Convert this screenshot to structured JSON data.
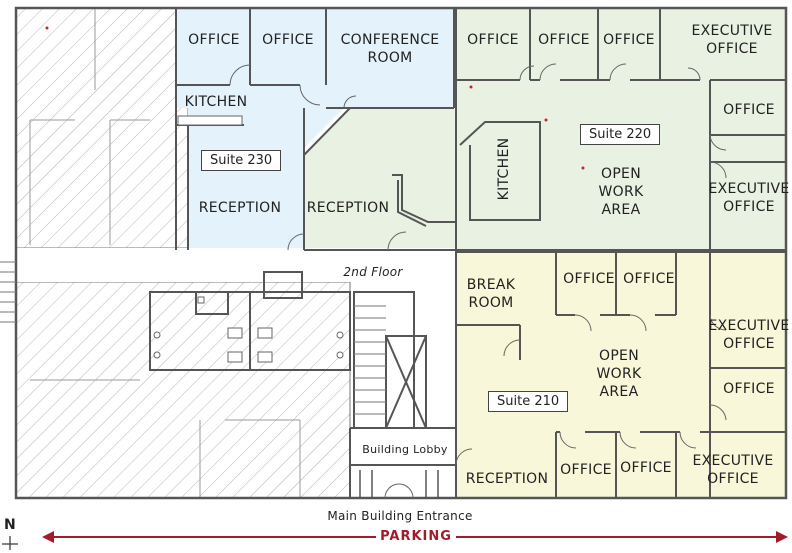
{
  "compass": "N",
  "floor_label": "2nd Floor",
  "suites": {
    "s230": "Suite 230",
    "s220": "Suite 220",
    "s210": "Suite 210"
  },
  "rooms": {
    "s230_office_1": "OFFICE",
    "s230_office_2": "OFFICE",
    "s230_conference": "CONFERENCE\nROOM",
    "s230_kitchen": "KITCHEN",
    "s230_reception": "RECEPTION",
    "s220_office_1": "OFFICE",
    "s220_office_2": "OFFICE",
    "s220_office_3": "OFFICE",
    "s220_exec_1": "EXECUTIVE\nOFFICE",
    "s220_office_4": "OFFICE",
    "s220_exec_2": "EXECUTIVE\nOFFICE",
    "s220_open": "OPEN\nWORK\nAREA",
    "s220_kitchen": "KITCHEN",
    "s220_reception": "RECEPTION",
    "s210_break": "BREAK\nROOM",
    "s210_office_1": "OFFICE",
    "s210_office_2": "OFFICE",
    "s210_exec_1": "EXECUTIVE\nOFFICE",
    "s210_office_3": "OFFICE",
    "s210_open": "OPEN\nWORK\nAREA",
    "s210_reception": "RECEPTION",
    "s210_office_4": "OFFICE",
    "s210_office_5": "OFFICE",
    "s210_exec_2": "EXECUTIVE\nOFFICE"
  },
  "building_lobby": "Building Lobby",
  "main_entrance": "Main Building Entrance",
  "parking": "PARKING",
  "colors": {
    "suite_230": "#e3f2fb",
    "suite_220": "#e8f1e2",
    "suite_210": "#f8f7d9",
    "walls": "#555555",
    "hatch": "#b5b5b5",
    "parking_arrow": "#a11b2a"
  }
}
